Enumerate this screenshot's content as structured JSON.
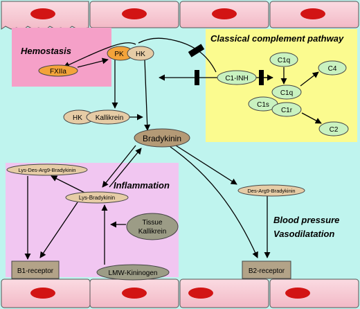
{
  "regions": {
    "hemostasis": "Hemostasis",
    "classical": "Classical complement pathway",
    "inflammation": "Inflammation",
    "blood_pressure": "Blood pressure",
    "vasodilatation": "Vasodilatation"
  },
  "nodes": {
    "fxiia": "FXIIa",
    "pk": "PK",
    "hk_top": "HK",
    "hk_mid": "HK",
    "kallikrein": "Kallikrein",
    "bradykinin": "Bradykinin",
    "lys_des": "Lys-Des-Arg9-Bradykinin",
    "lys_brady": "Lys-Bradykinin",
    "des_arg": "Des-Arg9-Bradykinin",
    "tissue": "Tissue",
    "kallikrein2": "Kallikrein",
    "lmw": "LMW-Kininogen",
    "c1inh": "C1-INH",
    "c1q_top": "C1q",
    "c1q_mid": "C1q",
    "c1s": "C1s",
    "c1r": "C1r",
    "c4": "C4",
    "c2": "C2",
    "b1": "B1-receptor",
    "b2": "B2-receptor"
  },
  "colors": {
    "background": "#bff4ee",
    "hemostasis_fill": "#f5a0c8",
    "classical_fill": "#fbfb8f",
    "inflammation_fill": "#f1c6f1",
    "cell_fill": "#f8cdd6",
    "nucleus": "#d21414",
    "fxiia_fill": "#f3a33a",
    "tan_node": "#e6cca6",
    "green_node": "#c9f2c0",
    "bradykinin_fill": "#b49a76",
    "gray_node": "#9c9c86",
    "receptor_fill": "#b3a388"
  }
}
